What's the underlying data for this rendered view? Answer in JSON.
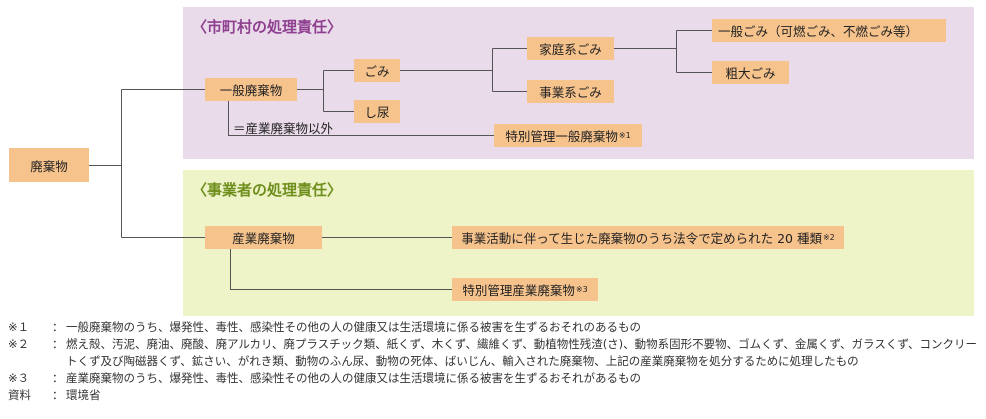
{
  "sections": {
    "municipal_title": "〈市町村の処理責任〉",
    "business_title": "〈事業者の処理責任〉"
  },
  "nodes": {
    "waste": "廃棄物",
    "general_waste": "一般廃棄物",
    "gomi": "ごみ",
    "shinyo": "し尿",
    "household_gomi": "家庭系ごみ",
    "business_gomi": "事業系ごみ",
    "general_gomi": "一般ごみ（可燃ごみ、不燃ごみ等）",
    "bulky_gomi": "粗大ごみ",
    "non_industrial_label": "＝産業廃棄物以外",
    "special_general": "特別管理一般廃棄物",
    "special_general_mark": "※1",
    "industrial_waste": "産業廃棄物",
    "twenty_types": "事業活動に伴って生じた廃棄物のうち法令で定められた 20 種類",
    "twenty_types_mark": "※2",
    "special_industrial": "特別管理産業廃棄物",
    "special_industrial_mark": "※3"
  },
  "notes": [
    {
      "mark": "※１",
      "sep": "：",
      "text": "一般廃棄物のうち、爆発性、毒性、感染性その他の人の健康又は生活環境に係る被害を生ずるおそれのあるもの"
    },
    {
      "mark": "※２",
      "sep": "：",
      "text": "燃え殻、汚泥、廃油、廃酸、廃アルカリ、廃プラスチック類、紙くず、木くず、繊維くず、動植物性残渣(さ)、動物系固形不要物、ゴムくず、金属くず、ガラスくず、コンクリー"
    },
    {
      "mark": "",
      "sep": "",
      "text": "トくず及び陶磁器くず、鉱さい、がれき類、動物のふん尿、動物の死体、ばいじん、輸入された廃棄物、上記の産業廃棄物を処分するために処理したもの"
    },
    {
      "mark": "※３",
      "sep": "：",
      "text": "産業廃棄物のうち、爆発性、毒性、感染性その他の人の健康又は生活環境に係る被害を生ずるおそれがあるもの"
    },
    {
      "mark": "資料",
      "sep": "：",
      "text": "環境省"
    }
  ],
  "colors": {
    "municipal_panel": "#eadbeb",
    "business_panel": "#eef3c8",
    "box": "#f6c38d",
    "municipal_title": "#8e3f8f",
    "business_title": "#6f8f1d",
    "line": "#555555"
  }
}
